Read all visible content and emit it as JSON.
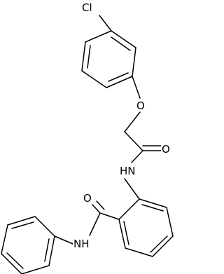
{
  "molecule": {
    "atoms": {
      "cl": "Cl",
      "o_ether": "O",
      "o_amide1": "O",
      "nh_amide1": "HN",
      "o_amide2": "O",
      "nh_amide2": "NH"
    }
  },
  "colors": {
    "bond": "#000000",
    "background": "#ffffff"
  }
}
